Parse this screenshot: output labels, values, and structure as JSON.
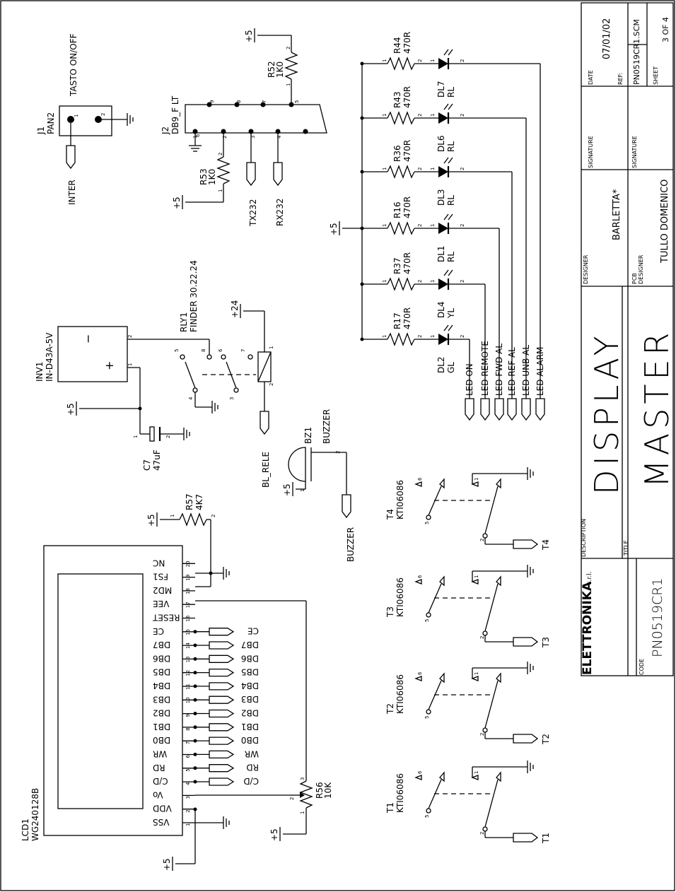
{
  "title_block": {
    "company": "ELETTRONIKA",
    "company_suffix": "s.r.l.",
    "code_label": "CODE",
    "code": "PN0519CR1",
    "description_label": "DESCRIPTION",
    "description": "DISPLAY",
    "title_label": "TITLE",
    "title": "MASTER",
    "designer_label": "DESIGNER",
    "designer": "BARLETTA*",
    "pcb_designer_label_1": "PCB",
    "pcb_designer_label_2": "DESIGNER",
    "pcb_designer": "TULLO DOMENICO",
    "signature_label": "SIGNATURE",
    "signature2_label": "SIGNATURE",
    "date_label": "DATE",
    "date": "07/01/02",
    "ref_label": "REF:",
    "ref": "PN0519CR1.SCM",
    "sheet_label": "SHEET",
    "sheet": "3 OF 4"
  },
  "lcd": {
    "ref": "LCD1",
    "part": "WG240128B",
    "pins": [
      {
        "num": "1",
        "name": "VSS"
      },
      {
        "num": "2",
        "name": "VDD"
      },
      {
        "num": "3",
        "name": "Vo"
      },
      {
        "num": "4",
        "name": "C/D"
      },
      {
        "num": "5",
        "name": "RD"
      },
      {
        "num": "6",
        "name": "WR"
      },
      {
        "num": "7",
        "name": "DB0"
      },
      {
        "num": "8",
        "name": "DB1"
      },
      {
        "num": "9",
        "name": "DB2"
      },
      {
        "num": "10",
        "name": "DB3"
      },
      {
        "num": "11",
        "name": "DB4"
      },
      {
        "num": "12",
        "name": "DB5"
      },
      {
        "num": "13",
        "name": "DB6"
      },
      {
        "num": "14",
        "name": "DB7"
      },
      {
        "num": "15",
        "name": "CE"
      },
      {
        "num": "16",
        "name": "RESET"
      },
      {
        "num": "17",
        "name": "VEE"
      },
      {
        "num": "18",
        "name": "MD2"
      },
      {
        "num": "19",
        "name": "FS1"
      },
      {
        "num": "20",
        "name": "NC"
      }
    ],
    "net_labels": [
      "C/D",
      "RD",
      "WR",
      "DB0",
      "DB1",
      "DB2",
      "DB3",
      "DB4",
      "DB5",
      "DB6",
      "DB7",
      "CE"
    ]
  },
  "supply": {
    "p5": "+5",
    "p24": "+24"
  },
  "r56": {
    "ref": "R56",
    "value": "10K",
    "pin1": "1",
    "pin2": "2",
    "pin3": "3"
  },
  "r57": {
    "ref": "R57",
    "value": "4K7",
    "pin1": "1",
    "pin2": "2"
  },
  "buzzer": {
    "ref": "BZ1",
    "part": "BUZZER",
    "net": "BUZZER",
    "pin1": "1",
    "pin2": "2"
  },
  "relay": {
    "ref": "RLY1",
    "part": "FINDER 30.22.24",
    "net": "BL_RELE",
    "pins": [
      "1",
      "2",
      "3",
      "4",
      "5",
      "6",
      "7",
      "8"
    ]
  },
  "inverter": {
    "ref": "INV1",
    "part": "IN-D43A-5V",
    "pin1": "1",
    "pin2": "2"
  },
  "c7": {
    "ref": "C7",
    "value": "47uF",
    "pin1": "1",
    "pin2": "2"
  },
  "j1": {
    "ref": "J1",
    "part": "PAN2",
    "name": "TASTO ON/OFF",
    "net": "INTER",
    "pin1": "1",
    "pin2": "2"
  },
  "j2": {
    "ref": "J2",
    "part": "DB9_F LT",
    "pins": [
      "1",
      "2",
      "3",
      "4",
      "5",
      "6",
      "7",
      "8",
      "9"
    ]
  },
  "r52": {
    "ref": "R52",
    "value": "1K0",
    "pin1": "1",
    "pin2": "2"
  },
  "r53": {
    "ref": "R53",
    "value": "1K0",
    "pin1": "1",
    "pin2": "2"
  },
  "serial_nets": [
    "TX232",
    "RX232"
  ],
  "leds": [
    {
      "r": "R17",
      "rv": "470R",
      "led": "DL2",
      "color": "GL",
      "net": "LED ON"
    },
    {
      "r": "R37",
      "rv": "470R",
      "led": "DL4",
      "color": "YL",
      "net": "LED REMOTE"
    },
    {
      "r": "R16",
      "rv": "470R",
      "led": "DL1",
      "color": "RL",
      "net": "LED FWD AL"
    },
    {
      "r": "R36",
      "rv": "470R",
      "led": "DL3",
      "color": "RL",
      "net": "LED REF AL"
    },
    {
      "r": "R43",
      "rv": "470R",
      "led": "DL6",
      "color": "RL",
      "net": "LED UNB AL"
    },
    {
      "r": "R44",
      "rv": "470R",
      "led": "DL7",
      "color": "RL",
      "net": "LED ALARM"
    }
  ],
  "led_pins": [
    "1",
    "2"
  ],
  "switches": [
    {
      "ref": "T1",
      "part": "KTI06086",
      "net": "T1"
    },
    {
      "ref": "T2",
      "part": "KTI06086",
      "net": "T2"
    },
    {
      "ref": "T3",
      "part": "KTI06086",
      "net": "T3"
    },
    {
      "ref": "T4",
      "part": "KTI06086",
      "net": "T4"
    }
  ],
  "switch_pins": [
    "1",
    "2",
    "5",
    "6"
  ]
}
